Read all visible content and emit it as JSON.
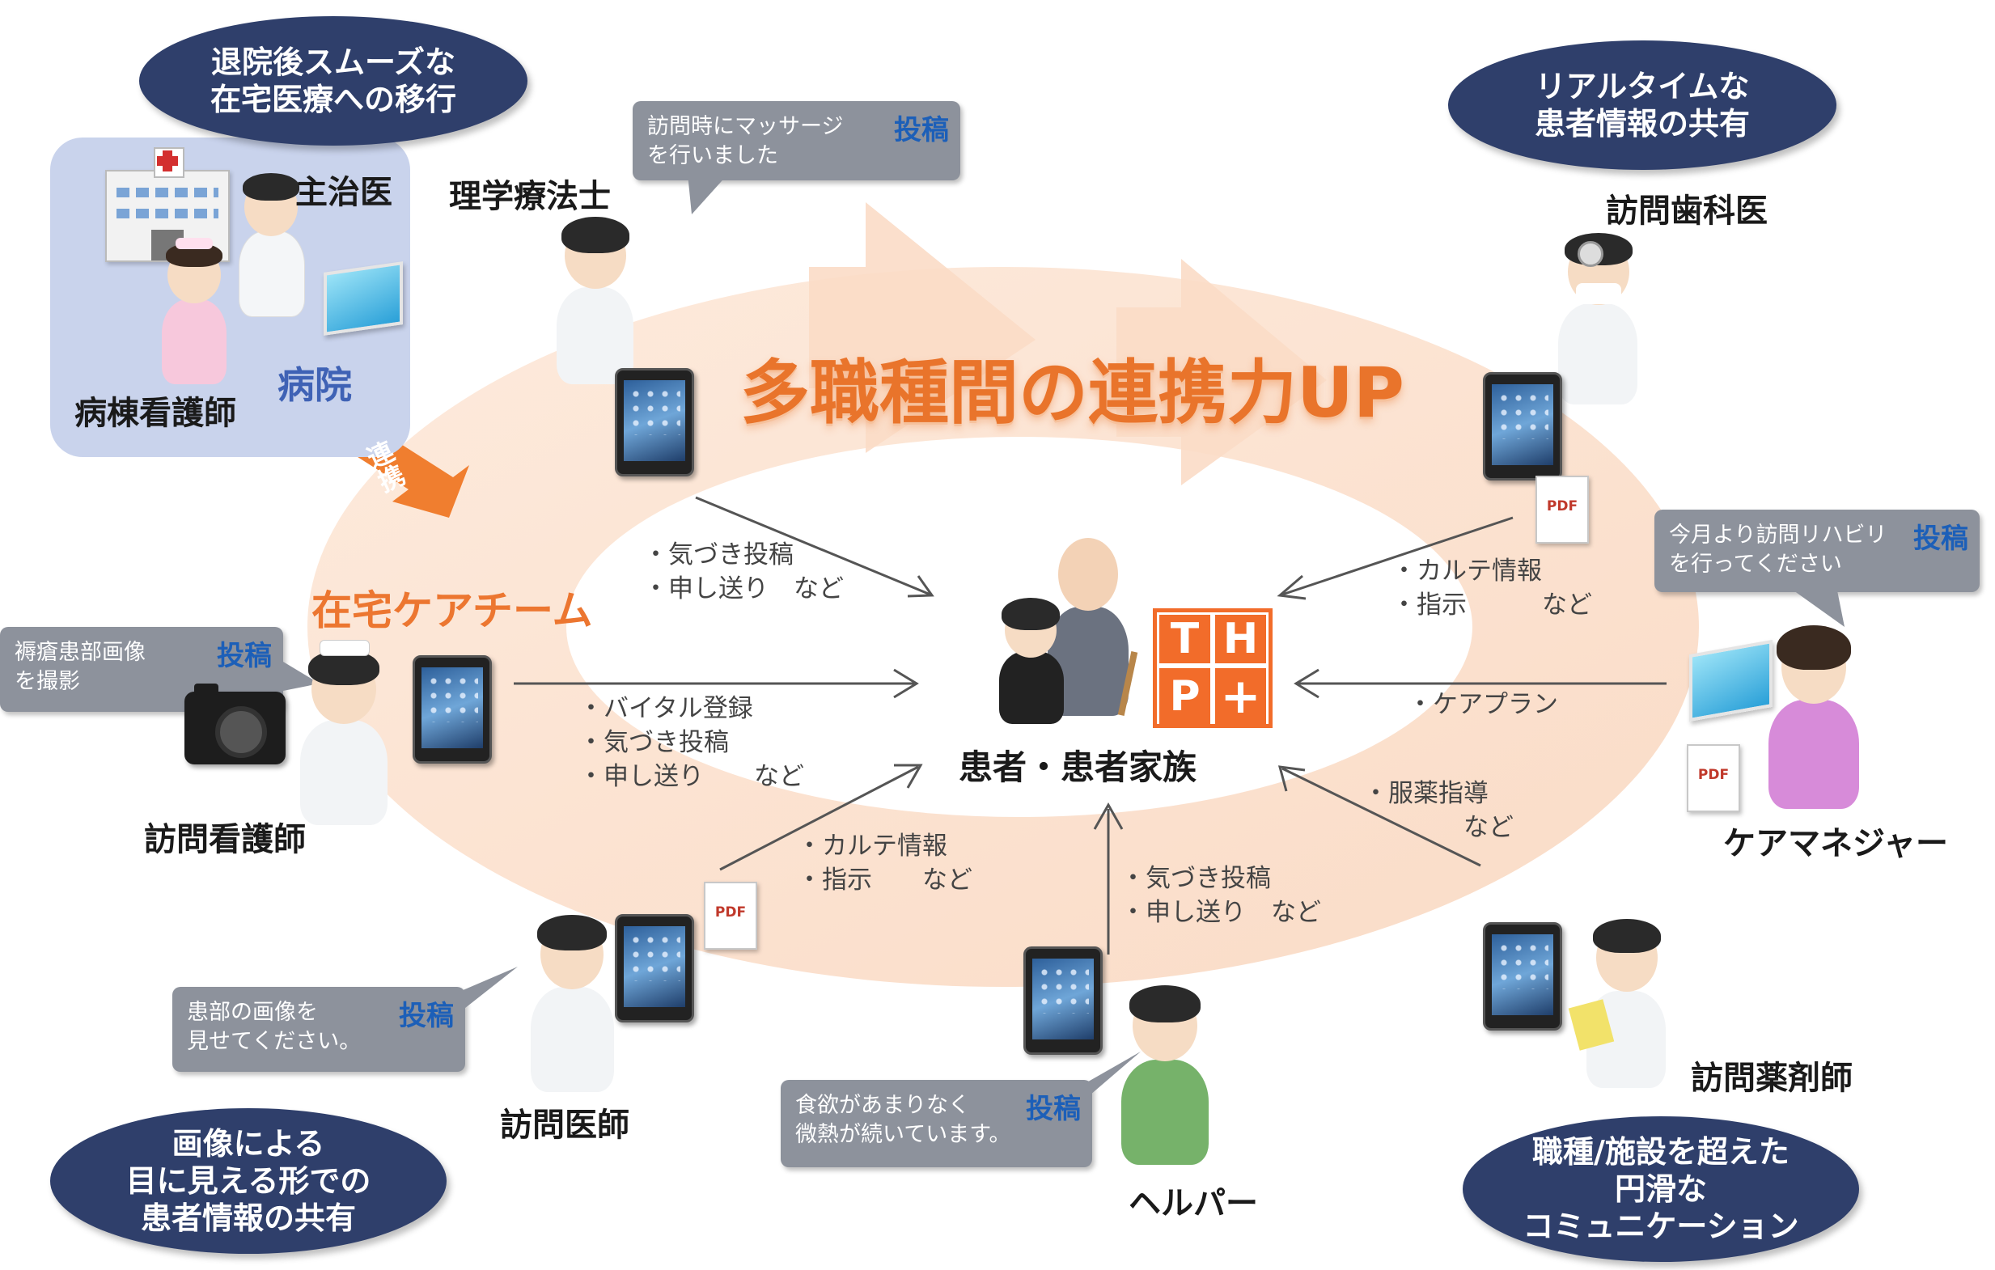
{
  "title": "多職種間の連携力UP",
  "center": {
    "label": "患者・患者家族",
    "logo_letters": [
      "T",
      "H",
      "P",
      "+"
    ],
    "logo_color": "#f26c2a"
  },
  "hospital": {
    "label": "病院",
    "doctor": "主治医",
    "nurse": "病棟看護師"
  },
  "renkei_label": "連携",
  "home_care_team": "在宅ケアチーム",
  "roles": {
    "physio": "理学療法士",
    "dentist": "訪問歯科医",
    "care_manager": "ケアマネジャー",
    "pharmacist": "訪問薬剤師",
    "helper": "ヘルパー",
    "home_doctor": "訪問医師",
    "home_nurse": "訪問看護師"
  },
  "ovals": {
    "top_left": [
      "退院後スムーズな",
      "在宅医療への移行"
    ],
    "top_right": [
      "リアルタイムな",
      "患者情報の共有"
    ],
    "bottom_left": [
      "画像による",
      "目に見える形での",
      "患者情報の共有"
    ],
    "bottom_right": [
      "職種/施設を超えた",
      "円滑な",
      "コミュニケーション"
    ]
  },
  "bubbles": {
    "physio": {
      "lines": [
        "訪問時にマッサージ",
        "を行いました"
      ],
      "post": "投稿"
    },
    "care_manager": {
      "lines": [
        "今月より訪問リハビリ",
        "を行ってください"
      ],
      "post": "投稿"
    },
    "home_nurse": {
      "lines": [
        "褥瘡患部画像",
        "を撮影"
      ],
      "post": "投稿"
    },
    "home_doctor": {
      "lines": [
        "患部の画像を",
        "見せてください。"
      ],
      "post": "投稿"
    },
    "helper": {
      "lines": [
        "食欲があまりなく",
        "微熱が続いています。"
      ],
      "post": "投稿"
    }
  },
  "flows": {
    "physio": [
      "・気づき投稿",
      "・申し送り　など"
    ],
    "dentist": [
      "・カルテ情報",
      "・指示　　　など"
    ],
    "care_manager": [
      "・ケアプラン"
    ],
    "pharmacist": [
      "・服薬指導",
      "　　　　など"
    ],
    "helper": [
      "・気づき投稿",
      "・申し送り　など"
    ],
    "home_doctor": [
      "・カルテ情報",
      "・指示　　など"
    ],
    "home_nurse": [
      "・バイタル登録",
      "・気づき投稿",
      "・申し送り　　など"
    ]
  },
  "pdf_label": "PDF",
  "colors": {
    "oval": "#2f3f6b",
    "ring": "#fbe3d2",
    "title": "#e9742b",
    "bubble": "#8d929c",
    "post_text": "#1c5fb8",
    "hospital_bg": "#c9d3ec"
  }
}
